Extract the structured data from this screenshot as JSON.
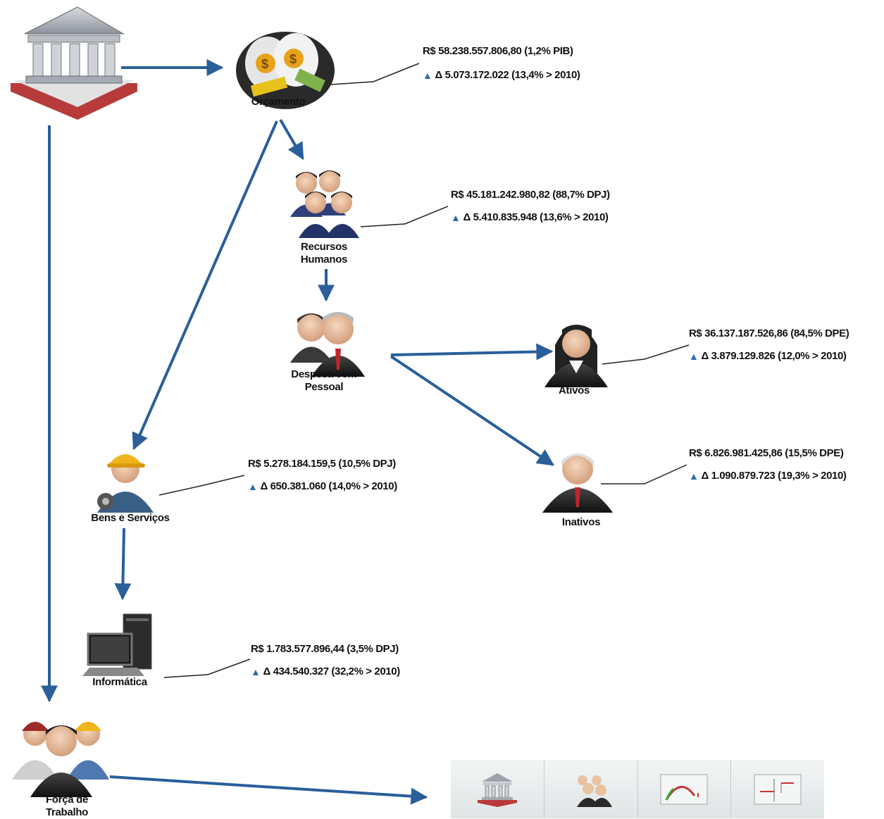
{
  "nodes": {
    "bank": {
      "label": "",
      "icon": "bank-icon"
    },
    "budget": {
      "label": "Orçamento",
      "icon": "money-bags-icon",
      "value": "R$ 58.238.557.806,80 (1,2% PIB)",
      "delta": "Δ 5.073.172.022 (13,4% > 2010)"
    },
    "hr": {
      "label": "Recursos\nHumanos",
      "icon": "people-group-icon",
      "value": "R$ 45.181.242.980,82 (88,7% DPJ)",
      "delta": "Δ 5.410.835.948 (13,6% > 2010)"
    },
    "personnel": {
      "label": "Despesa com\nPessoal",
      "icon": "executives-icon"
    },
    "active": {
      "label": "Ativos",
      "icon": "woman-employee-icon",
      "value": "R$ 36.137.187.526,86 (84,5% DPE)",
      "delta": "Δ 3.879.129.826 (12,0% > 2010)"
    },
    "inactive": {
      "label": "Inativos",
      "icon": "elderly-man-icon",
      "value": "R$ 6.826.981.425,86 (15,5% DPE)",
      "delta": "Δ 1.090.879.723 (19,3% > 2010)"
    },
    "services": {
      "label": "Bens e Serviços",
      "icon": "worker-hardhat-icon",
      "value": "R$ 5.278.184.159,5 (10,5% DPJ)",
      "delta": "Δ 650.381.060 (14,0% > 2010)"
    },
    "it": {
      "label": "Informática",
      "icon": "computer-icon",
      "value": "R$ 1.783.577.896,44 (3,5% DPJ)",
      "delta": "Δ 434.540.327 (32,2% > 2010)"
    },
    "workforce": {
      "label": "Força de\nTrabalho",
      "icon": "workforce-icon"
    }
  },
  "toolbar": [
    {
      "icon": "bank-icon"
    },
    {
      "icon": "people-group-icon"
    },
    {
      "icon": "gauge-chart-icon"
    },
    {
      "icon": "trend-chart-icon"
    }
  ],
  "colors": {
    "edge": "#2a5f99",
    "callout": "#222222",
    "arrow_up": "#2e6aa8"
  }
}
